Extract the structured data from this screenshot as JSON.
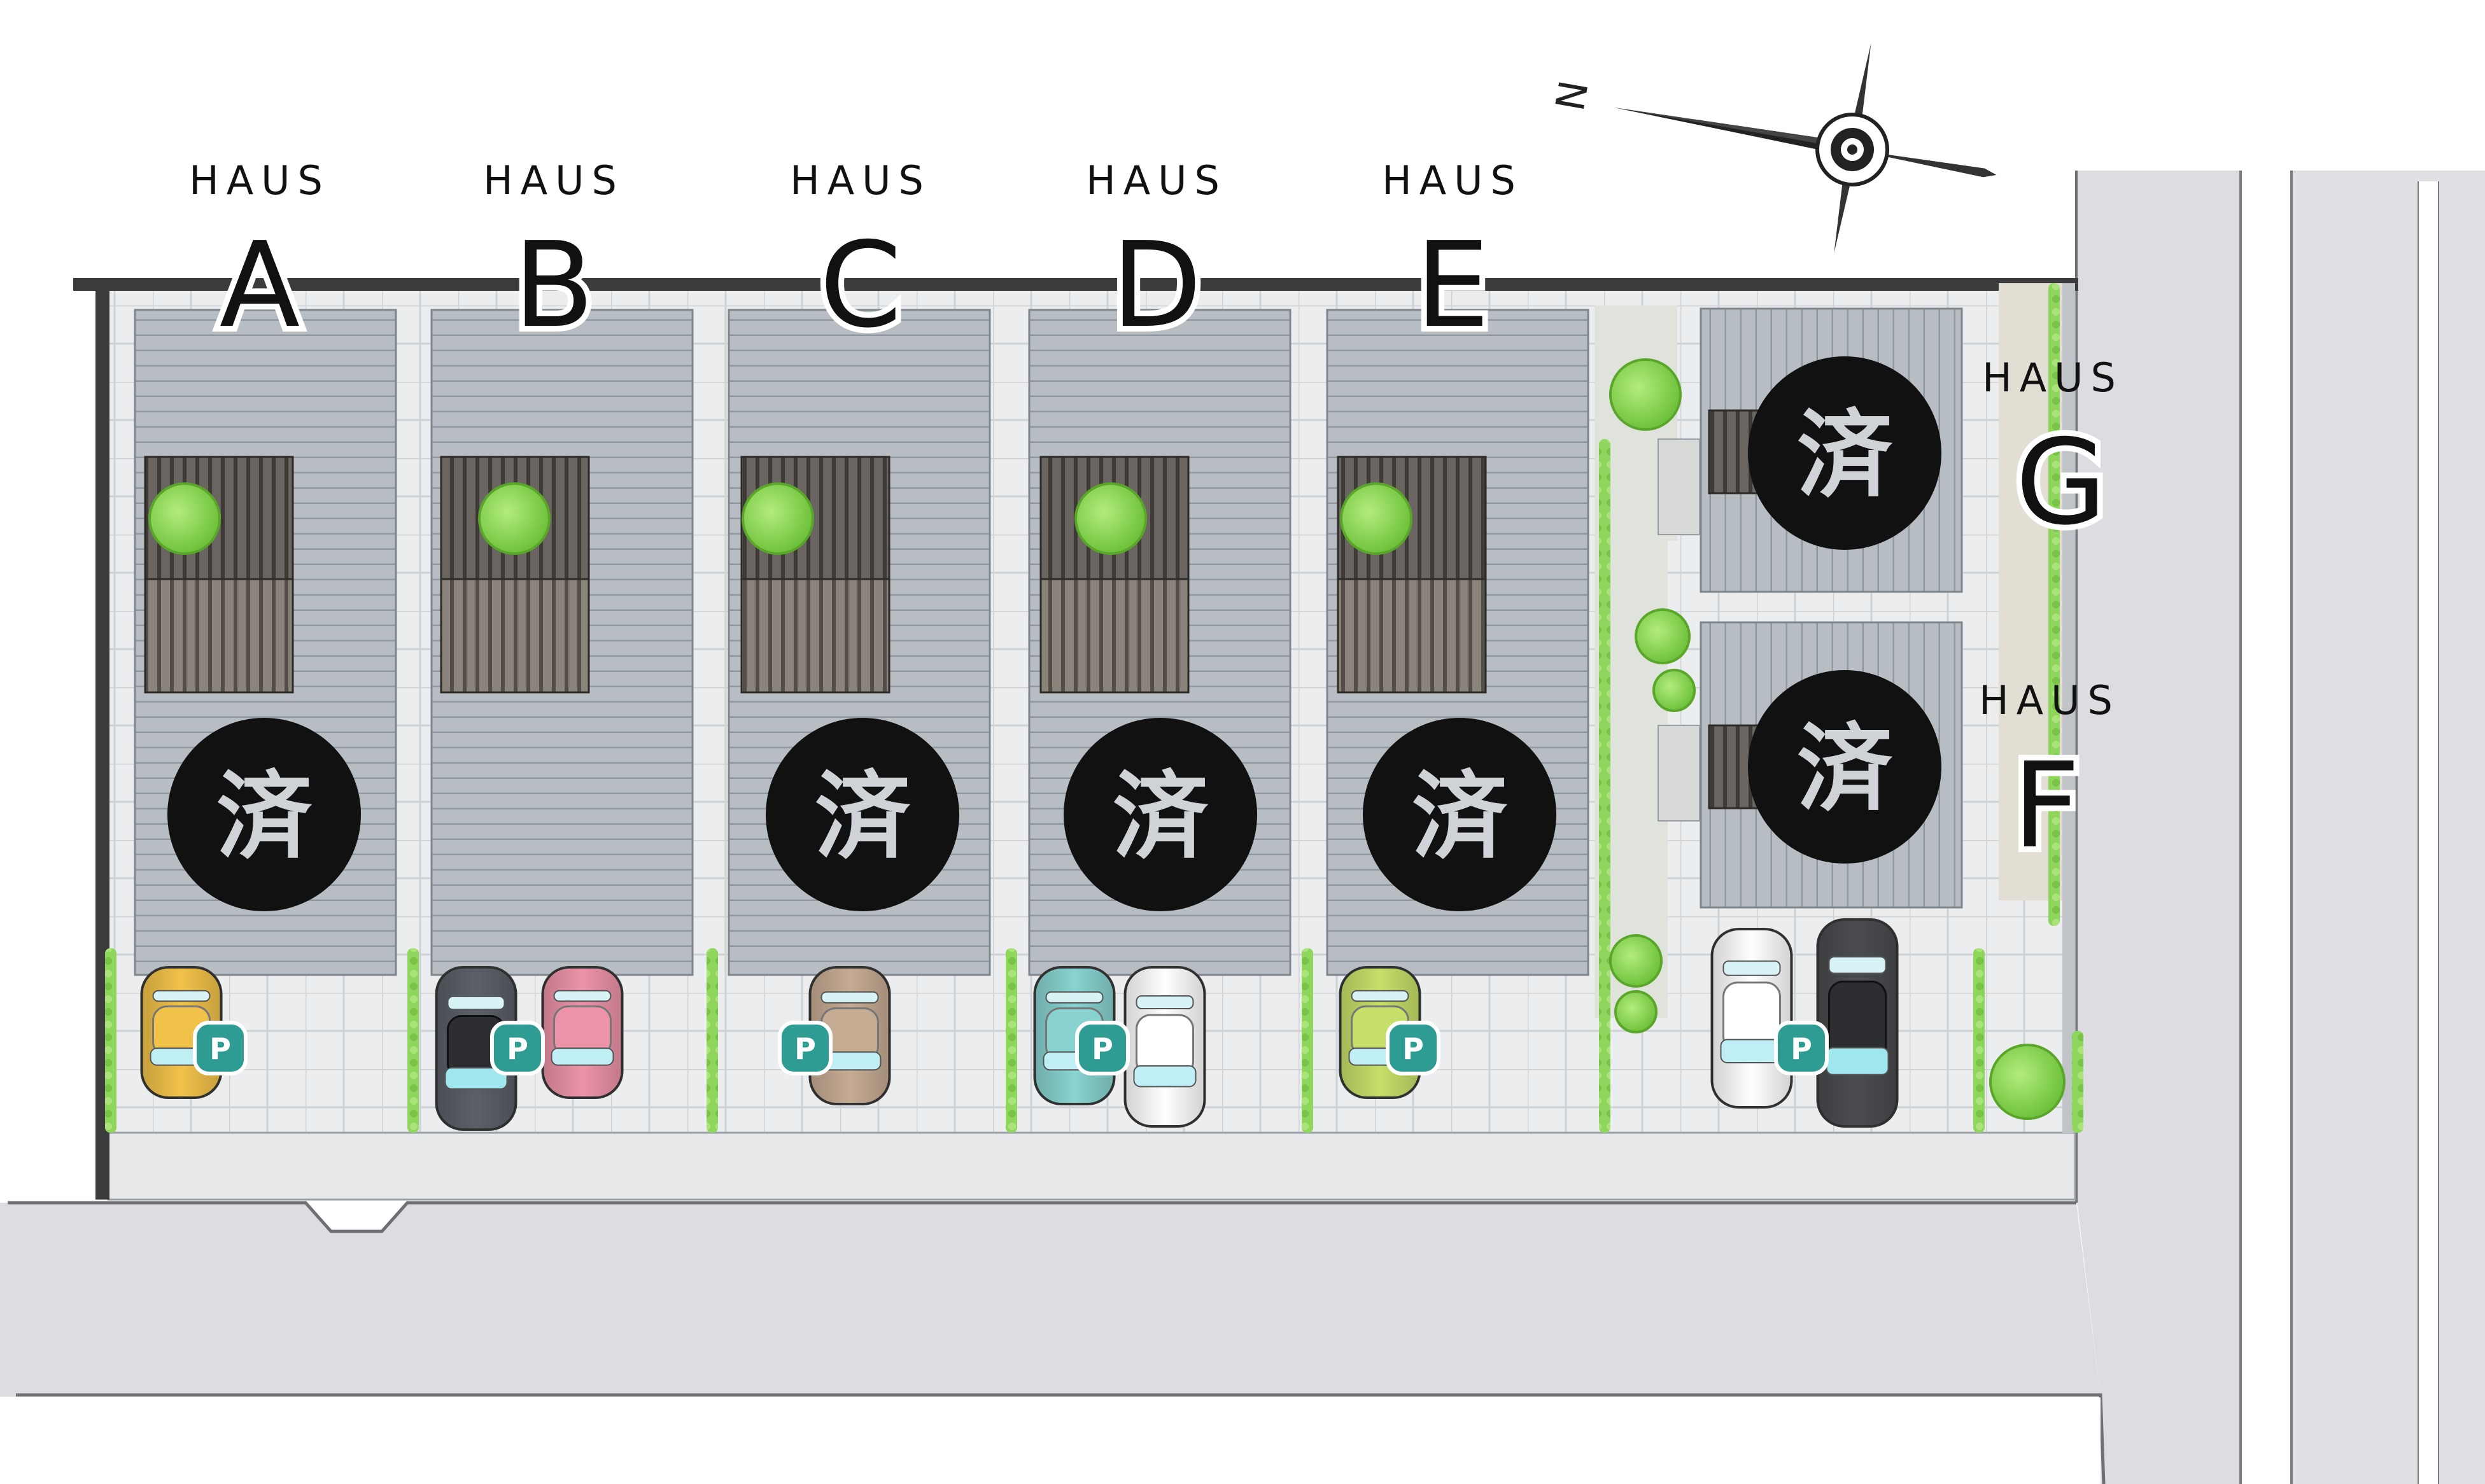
{
  "compass": {
    "north_label": "N"
  },
  "colors": {
    "road": "#d9d8dd",
    "lot_fill": "#e9ebec",
    "roof": "#b6bcc2",
    "roof_line": "#9ea5ad",
    "sold_disc": "#111111",
    "parking_badge": "#2f9c94",
    "tree": "#8ed34f",
    "hedge": "#86cf58"
  },
  "houses": [
    {
      "id": "A",
      "haus_label": "HAUS",
      "letter": "A",
      "sold_label": "済",
      "parking_label": "P"
    },
    {
      "id": "B",
      "haus_label": "HAUS",
      "letter": "B",
      "sold_label": "",
      "parking_label": "P"
    },
    {
      "id": "C",
      "haus_label": "HAUS",
      "letter": "C",
      "sold_label": "済",
      "parking_label": "P"
    },
    {
      "id": "D",
      "haus_label": "HAUS",
      "letter": "D",
      "sold_label": "済",
      "parking_label": "P"
    },
    {
      "id": "E",
      "haus_label": "HAUS",
      "letter": "E",
      "sold_label": "済",
      "parking_label": "P"
    },
    {
      "id": "G",
      "haus_label": "HAUS",
      "letter": "G",
      "sold_label": "済"
    },
    {
      "id": "F",
      "haus_label": "HAUS",
      "letter": "F",
      "sold_label": "済",
      "parking_label": "P"
    }
  ],
  "cars": [
    {
      "house": "A",
      "color": "#f1c24a"
    },
    {
      "house": "B",
      "color": "#5b6067"
    },
    {
      "house": "B",
      "color": "#ec93a8"
    },
    {
      "house": "C",
      "color": "#c6ab93"
    },
    {
      "house": "D",
      "color": "#88d3d0"
    },
    {
      "house": "D",
      "color": "#ffffff"
    },
    {
      "house": "E",
      "color": "#c6df69"
    },
    {
      "house": "F",
      "color": "#ffffff"
    },
    {
      "house": "F",
      "color": "#4a4c4f"
    }
  ]
}
